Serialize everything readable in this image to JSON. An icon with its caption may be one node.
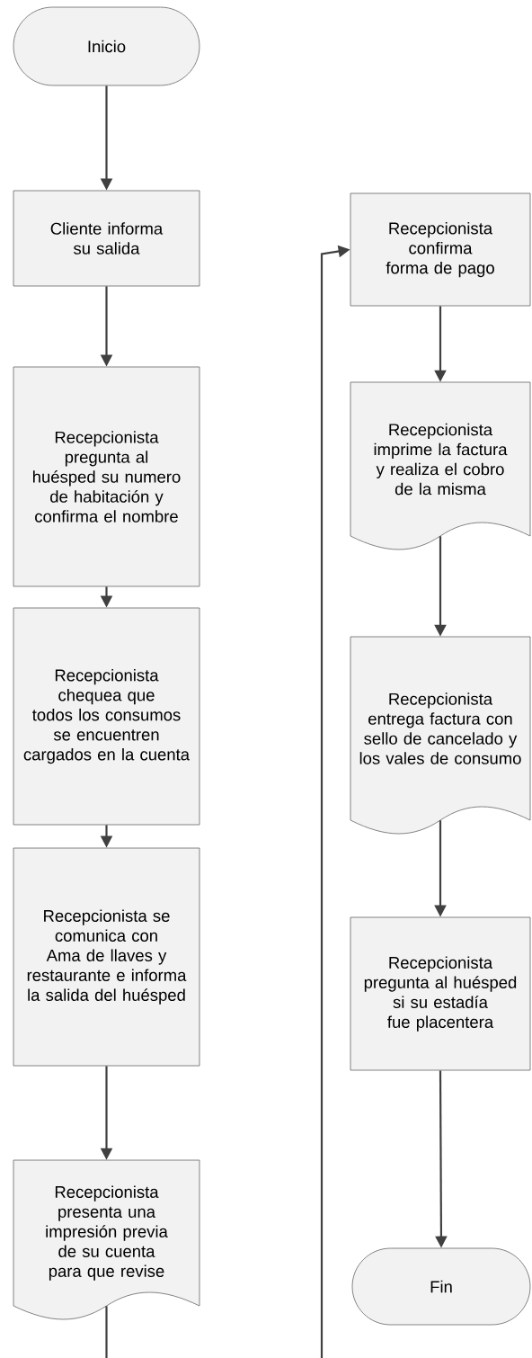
{
  "diagram": {
    "nodes": [
      {
        "text": [
          "Inicio"
        ]
      },
      {
        "text": [
          "Cliente informa su salida"
        ]
      },
      {
        "text": [
          "Recepcionista pregunta al huésped su numero de habitación y confirma el nombre"
        ]
      },
      {
        "text": [
          "Recepcionista chequea que todos los consumos se encuentren cargados en la cuenta"
        ]
      },
      {
        "text": [
          "Recepcionista se comunica con Ama de llaves y restaurante e informa la salida del huésped"
        ]
      },
      {
        "text": [
          "Recepcionista presenta una impresión previa de su cuenta para que revise"
        ]
      },
      {
        "text": [
          "Recepcionista confirma forma de pago"
        ]
      },
      {
        "text": [
          "Recepcionista imprime la factura y realiza el cobro de la misma"
        ]
      },
      {
        "text": [
          "Recepcionista entrega factura con sello de cancelado y los vales de consumo"
        ]
      },
      {
        "text": [
          "Recepcionista pregunta al huésped si su estadía fue placentera"
        ]
      },
      {
        "text": [
          "Fin"
        ]
      }
    ],
    "edges": [
      {
        "from": 0,
        "to": 1,
        "arrow": "to"
      },
      {
        "from": 1,
        "to": 2,
        "arrow": "to"
      },
      {
        "from": 2,
        "to": 3,
        "arrow": "to"
      },
      {
        "from": 3,
        "to": 4,
        "arrow": "to"
      },
      {
        "from": 4,
        "to": 5,
        "arrow": "to"
      },
      {
        "from": 5,
        "to": 6,
        "arrow": "to"
      },
      {
        "from": 6,
        "to": 7,
        "arrow": "to"
      },
      {
        "from": 7,
        "to": 8,
        "arrow": "to"
      },
      {
        "from": 8,
        "to": 9,
        "arrow": "to"
      },
      {
        "from": 9,
        "to": 10,
        "arrow": "to"
      }
    ]
  }
}
